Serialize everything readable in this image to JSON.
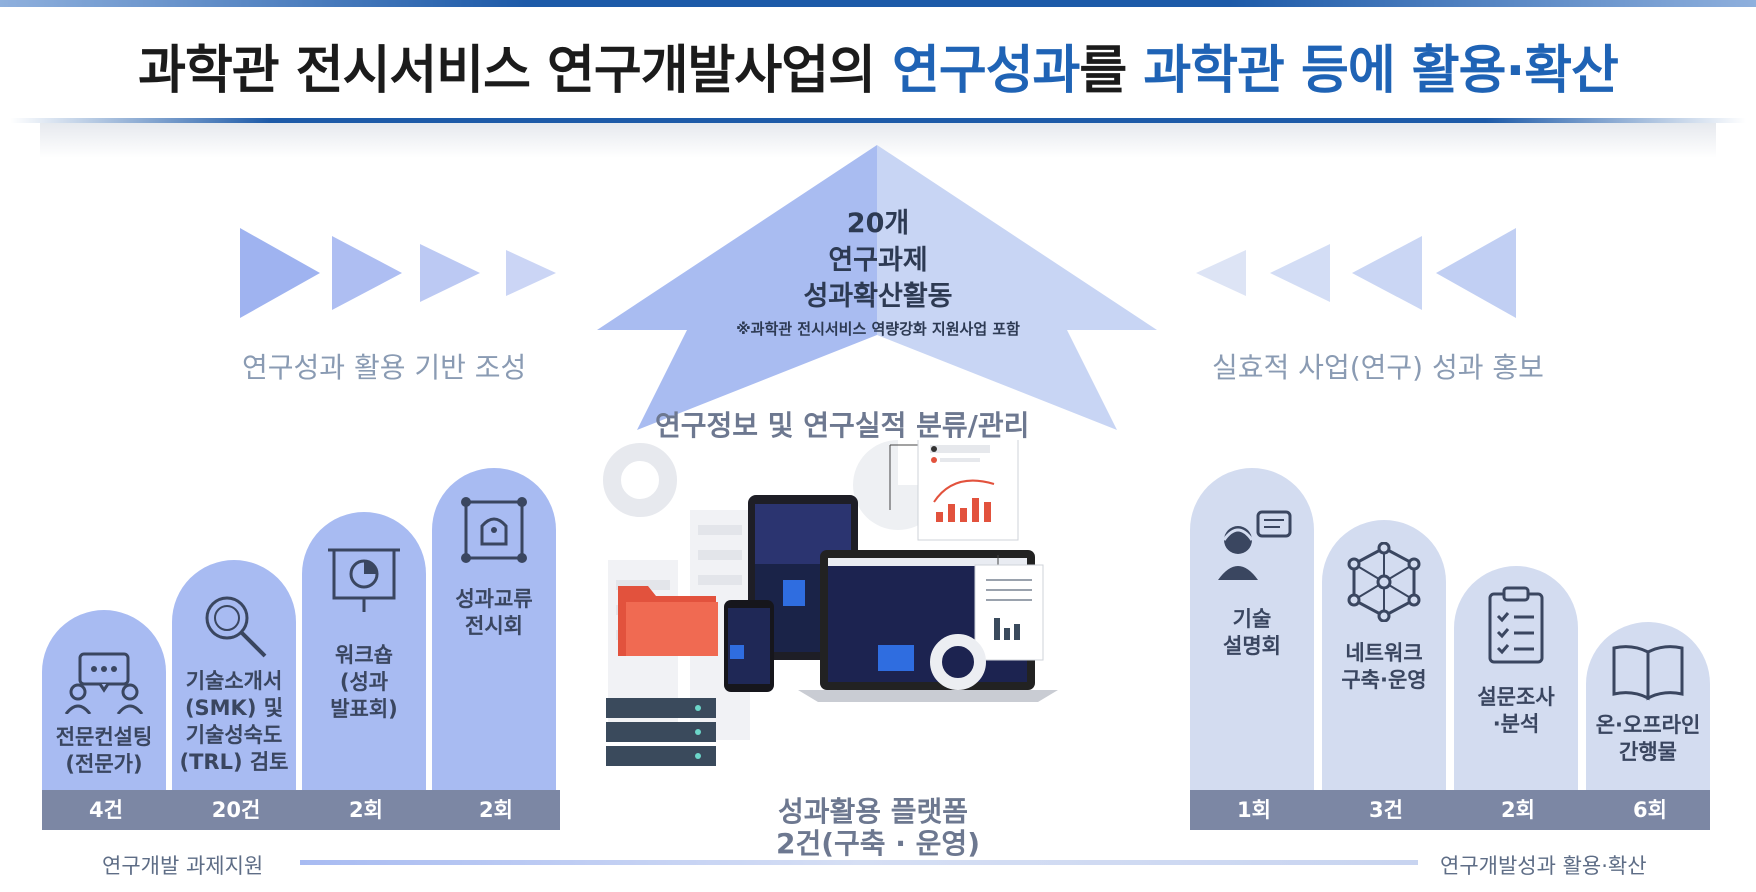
{
  "header": {
    "title_part1": "과학관 전시서비스 연구개발사업의 ",
    "title_hl1": "연구성과",
    "title_part2": "를 ",
    "title_hl2": "과학관 등에 활용·확산"
  },
  "center": {
    "count": "20개",
    "line1": "연구과제",
    "line2": "성과확산활동",
    "note": "※과학관 전시서비스 역량강화 지원사업 포함",
    "platform_heading": "연구정보 및 연구실적 분류/관리",
    "platform_title": "성과활용 플랫폼",
    "platform_sub": "2건(구축 · 운영)"
  },
  "left": {
    "label": "연구성과 활용 기반 조성",
    "items": [
      {
        "icon": "consulting-icon",
        "label": "전문컨설팅\n(전문가)",
        "count": "4건"
      },
      {
        "icon": "magnifier-icon",
        "label": "기술소개서\n(SMK) 및\n기술성숙도\n(TRL) 검토",
        "count": "20건"
      },
      {
        "icon": "presentation-icon",
        "label": "워크숍\n(성과\n발표회)",
        "count": "2회"
      },
      {
        "icon": "exhibition-frame-icon",
        "label": "성과교류\n전시회",
        "count": "2회"
      }
    ],
    "bottom_label": "연구개발 과제지원"
  },
  "right": {
    "label": "실효적 사업(연구) 성과 홍보",
    "items": [
      {
        "icon": "speaker-person-icon",
        "label": "기술\n설명회",
        "count": "1회"
      },
      {
        "icon": "network-icon",
        "label": "네트워크\n구축·운영",
        "count": "3건"
      },
      {
        "icon": "survey-clipboard-icon",
        "label": "설문조사\n·분석",
        "count": "2회"
      },
      {
        "icon": "open-book-icon",
        "label": "온·오프라인\n간행물",
        "count": "6회"
      }
    ],
    "bottom_label": "연구개발성과 활용·확산"
  },
  "colors": {
    "accent": "#1f63b5",
    "left_pillar": "#a8bbf2",
    "right_pillar": "#d3dcf0",
    "count_bar": "#7c87a4",
    "arrow_left": "#9fb3f0",
    "arrow_right": "#c9d6f4"
  }
}
